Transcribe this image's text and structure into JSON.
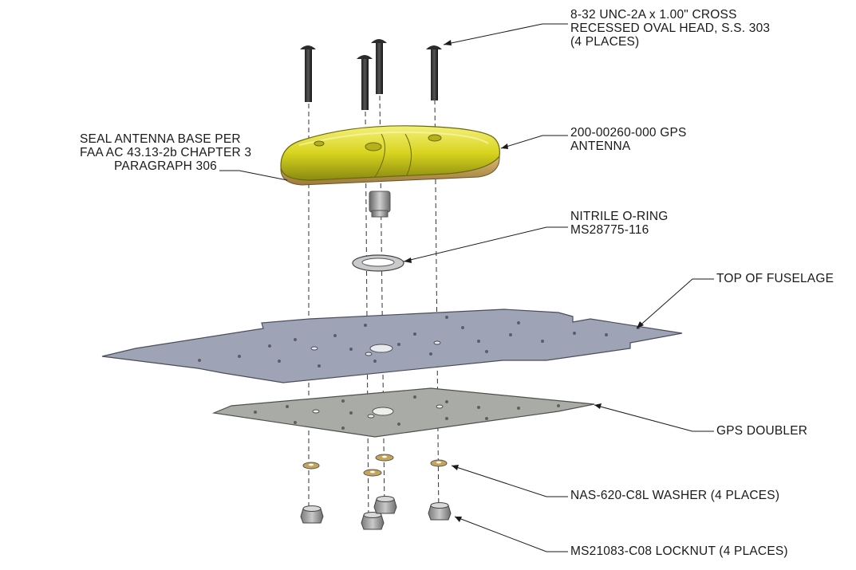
{
  "colors": {
    "antenna_yellow": "#d8d41e",
    "antenna_dark": "#8a8a10",
    "antenna_base": "#c9a45a",
    "fuselage_plate": "#9ea3b5",
    "doubler_plate": "#a9aca6",
    "hardware_steel": "#a7a7a7",
    "washer_brass": "#c6a55a",
    "line": "#1a1a1a"
  },
  "callouts": {
    "screw": {
      "line1": "8-32 UNC-2A x 1.00\" CROSS",
      "line2": "RECESSED OVAL HEAD, S.S. 303",
      "line3": "(4 PLACES)"
    },
    "seal": {
      "line1": "SEAL ANTENNA BASE PER",
      "line2": "FAA AC 43.13-2b CHAPTER 3",
      "line3": "PARAGRAPH 306"
    },
    "antenna": {
      "line1": "200-00260-000 GPS",
      "line2": "ANTENNA"
    },
    "oring": {
      "line1": "NITRILE O-RING",
      "line2": "MS28775-116"
    },
    "fuselage": {
      "line1": "TOP OF FUSELAGE"
    },
    "doubler": {
      "line1": "GPS DOUBLER"
    },
    "washer": {
      "line1": "NAS-620-C8L WASHER (4 PLACES)"
    },
    "locknut": {
      "line1": "MS21083-C08 LOCKNUT (4 PLACES)"
    }
  }
}
